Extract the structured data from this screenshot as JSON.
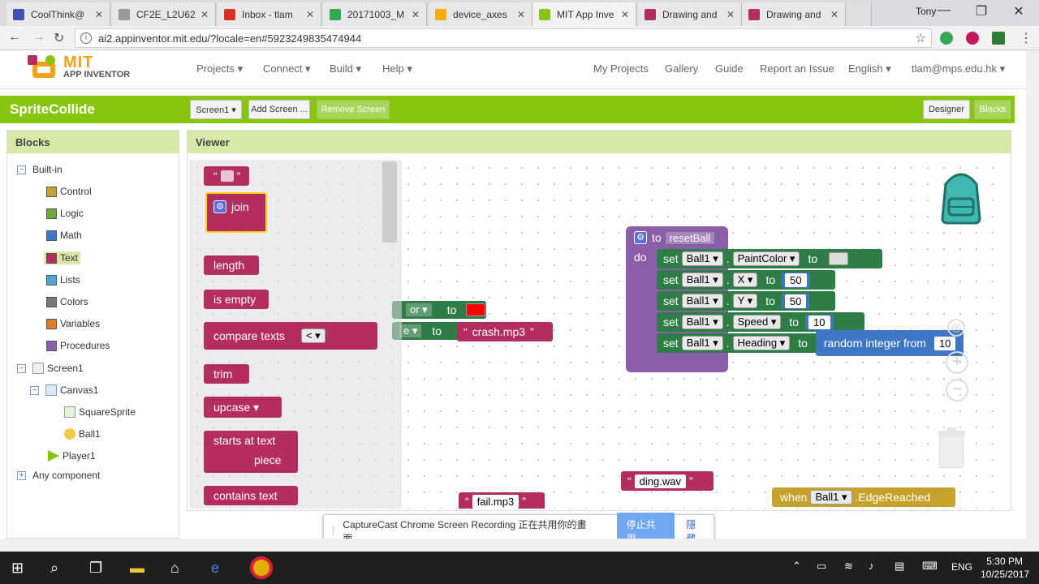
{
  "browser": {
    "tabs": [
      {
        "title": "CoolThink@",
        "color": "#3f51b5"
      },
      {
        "title": "CF2E_L2U62",
        "color": "#999999"
      },
      {
        "title": "Inbox - tlam",
        "color": "#d93025"
      },
      {
        "title": "20171003_M",
        "color": "#34a853"
      },
      {
        "title": "device_axes",
        "color": "#f9ab00"
      },
      {
        "title": "MIT App Inve",
        "color": "#88c50f"
      },
      {
        "title": "Drawing and",
        "color": "#b32d5e"
      },
      {
        "title": "Drawing and",
        "color": "#b32d5e"
      }
    ],
    "tab_close": "✕",
    "user": "Tony",
    "url": "ai2.appinventor.mit.edu/?locale=en#5923249835474944"
  },
  "app": {
    "logo_mit": "MIT",
    "logo_appinventor": "APP INVENTOR",
    "menu": [
      "Projects ▾",
      "Connect ▾",
      "Build ▾",
      "Help ▾"
    ],
    "right_menu": [
      "My Projects",
      "Gallery",
      "Guide",
      "Report an Issue",
      "English ▾",
      "tlam@mps.edu.hk ▾"
    ],
    "project_name": "SpriteCollide",
    "screen_select": "Screen1 ▾",
    "add_screen": "Add Screen ...",
    "remove_screen": "Remove Screen",
    "designer": "Designer",
    "blocks": "Blocks"
  },
  "blocks_panel": {
    "title": "Blocks",
    "builtin": "Built-in",
    "categories": [
      {
        "label": "Control",
        "color": "#c4a339"
      },
      {
        "label": "Logic",
        "color": "#6fa53a"
      },
      {
        "label": "Math",
        "color": "#3f77c4"
      },
      {
        "label": "Text",
        "color": "#b32d5e"
      },
      {
        "label": "Lists",
        "color": "#4fa5d6"
      },
      {
        "label": "Colors",
        "color": "#777777"
      },
      {
        "label": "Variables",
        "color": "#e07b2d"
      },
      {
        "label": "Procedures",
        "color": "#8a5ea8"
      }
    ],
    "screen": "Screen1",
    "canvas": "Canvas1",
    "square_sprite": "SquareSprite",
    "ball": "Ball1",
    "player": "Player1",
    "any_component": "Any component",
    "expand_minus": "−",
    "expand_plus": "+"
  },
  "viewer": {
    "title": "Viewer",
    "flyout": {
      "quote_open": "“",
      "quote_close": "”",
      "join": "join",
      "length": "length",
      "is_empty": "is empty",
      "compare_texts": "compare texts",
      "compare_op": "< ▾",
      "trim": "trim",
      "upcase": "upcase ▾",
      "starts_at": "starts at  text",
      "piece": "piece",
      "contains": "contains  text"
    },
    "proc": {
      "to": "to",
      "name": "resetBall",
      "do": "do",
      "set": "set",
      "to_word": "to",
      "ball": "Ball1 ▾",
      "dot": ".",
      "props": [
        "PaintColor ▾",
        "X ▾",
        "Y ▾",
        "Speed ▾",
        "Heading ▾"
      ],
      "x_value": "50",
      "y_value": "50",
      "speed_value": "10",
      "random": "random integer from",
      "random_from": "10"
    },
    "partial_blocks": {
      "or": "or ▾",
      "to1": "to",
      "e": "e ▾",
      "to2": "to",
      "crash": "crash.mp3"
    },
    "ding": "ding.wav",
    "fail": "fail.mp3",
    "edge_when": "when",
    "edge_ball": "Ball1 ▾",
    "edge_event": ".EdgeReached"
  },
  "share_banner": {
    "message": "CaptureCast Chrome Screen Recording 正在共用你的畫面。",
    "stop": "停止共用",
    "hide": "隱藏"
  },
  "taskbar": {
    "lang": "ENG",
    "time": "5:30 PM",
    "date": "10/25/2017"
  }
}
